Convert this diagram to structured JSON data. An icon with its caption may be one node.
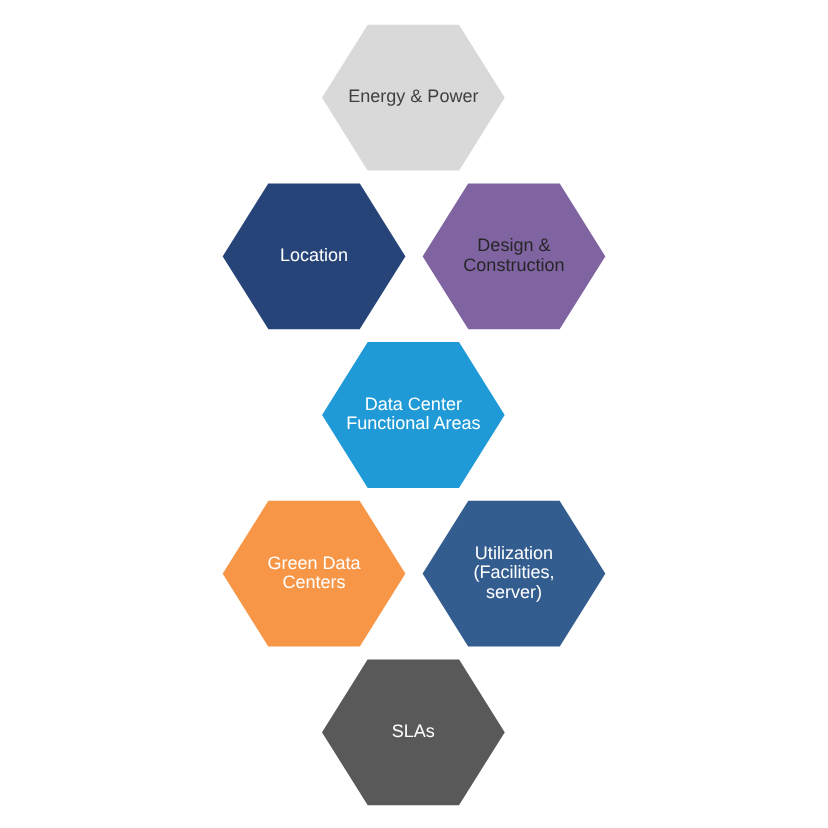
{
  "diagram": {
    "nodes": [
      {
        "text": [
          "Energy & Power"
        ]
      },
      {
        "text": [
          "Location"
        ]
      },
      {
        "text": [
          "Design & Construction"
        ]
      },
      {
        "text": [
          "Data Center Functional Areas"
        ]
      },
      {
        "text": [
          "Green Data Centers"
        ]
      },
      {
        "text": [
          "Utilization (Facilities, server)"
        ]
      },
      {
        "text": [
          "SLAs"
        ]
      }
    ]
  }
}
